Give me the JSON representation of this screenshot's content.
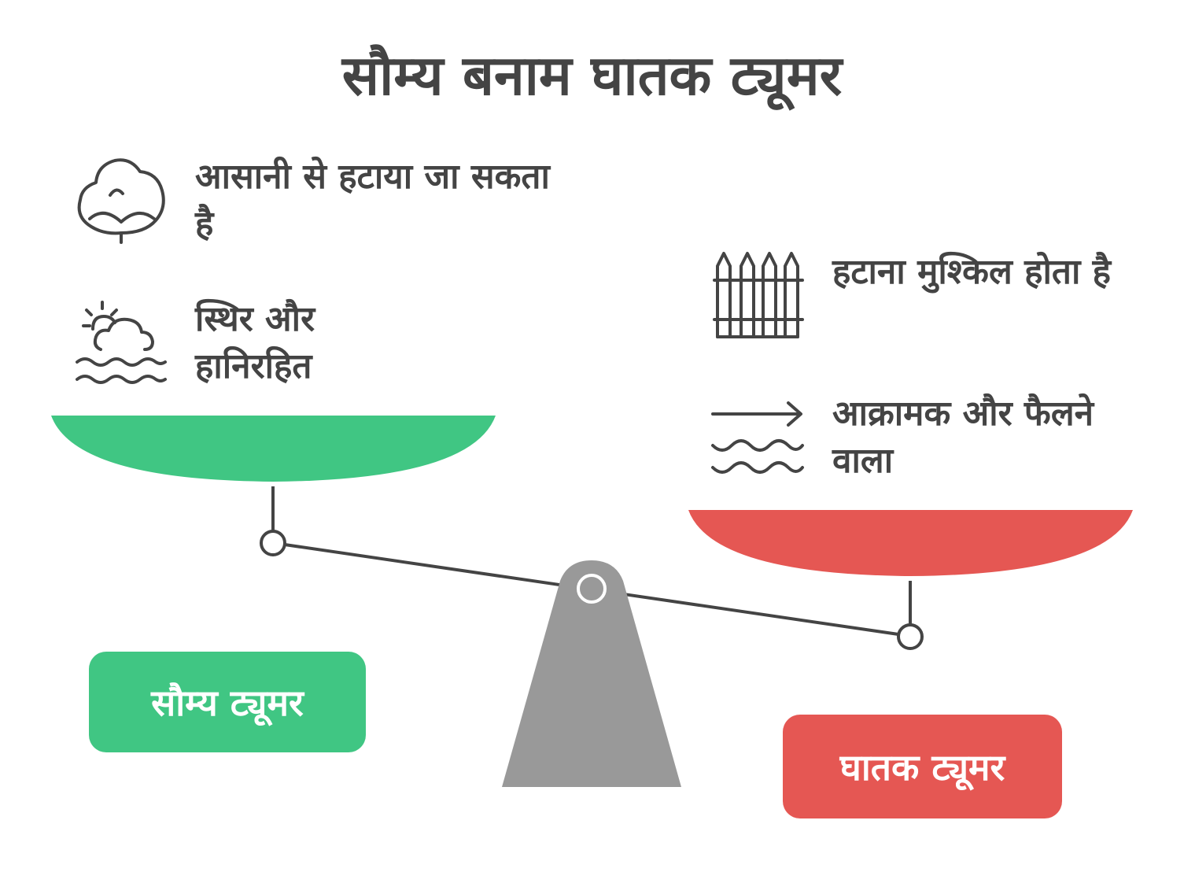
{
  "title": "सौम्य बनाम घातक ट्यूमर",
  "benign": {
    "label": "सौम्य ट्यूमर",
    "color": "#40C683",
    "features": [
      {
        "text": "आसानी से हटाया जा सकता है",
        "icon": "cloud-tree-icon"
      },
      {
        "text": "स्थिर और हानिरहित",
        "icon": "sun-cloud-waves-icon"
      }
    ]
  },
  "malignant": {
    "label": "घातक ट्यूमर",
    "color": "#E55753",
    "features": [
      {
        "text": "हटाना मुश्किल होता है",
        "icon": "fence-icon"
      },
      {
        "text": "आक्रामक और फैलने वाला",
        "icon": "arrow-waves-icon"
      }
    ]
  },
  "colors": {
    "text": "#444444",
    "fulcrum": "#999999",
    "beam": "#444444"
  }
}
